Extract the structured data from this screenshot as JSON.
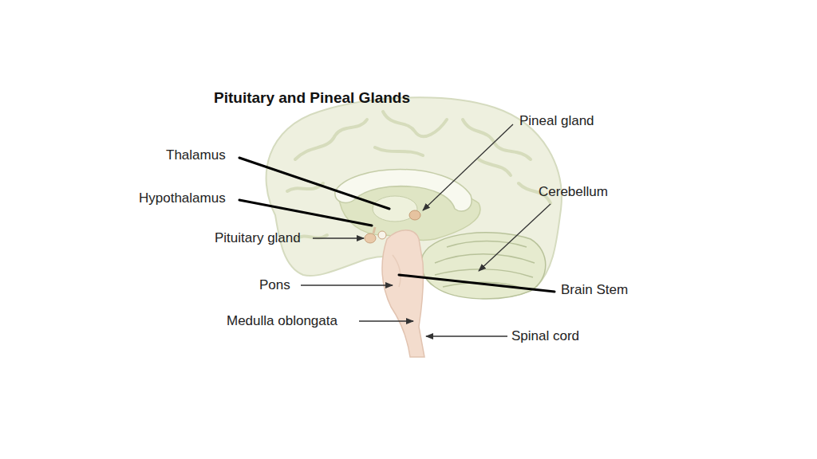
{
  "diagram": {
    "title": "Pituitary and Pineal Glands",
    "labels": [
      "Thalamus",
      "Hypothalamus",
      "Pituitary gland",
      "Pons",
      "Medulla oblongata",
      "Pineal gland",
      "Cerebellum",
      "Brain Stem",
      "Spinal cord"
    ]
  }
}
